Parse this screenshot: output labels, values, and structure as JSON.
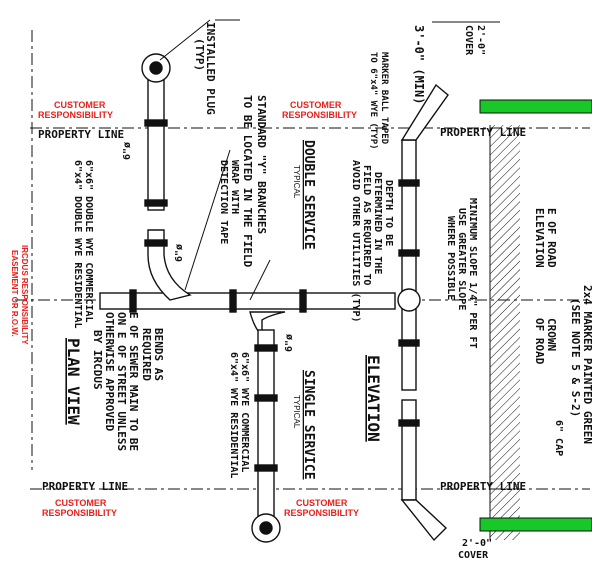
{
  "colors": {
    "ink": "#111111",
    "customer_red": "#e8201c",
    "marker_green": "#18c728",
    "cap_cyan": "#4fd0e0"
  },
  "labels": {
    "dim_mind": "3'-0\" (MIN)",
    "cover_top_1": "2'-0\"",
    "cover_top_2": "COVER",
    "marker_ball_1": "MARKER BALL TAPED",
    "marker_ball_2": "TO 6\"x4\" WYE (TYP)",
    "installed_plug_1": "INSTALLED PLUG",
    "installed_plug_2": "(TYP)",
    "standard_y_1": "STANDARD \"Y\" BRANCHES",
    "standard_y_2": "TO BE LOCATED IN THE FIELD",
    "double_service": "DOUBLE SERVICE",
    "double_typical": "TYPICAL",
    "depth_1": "DEPTH TO BE",
    "depth_2": "DETERMINED IN THE",
    "depth_3": "FIELD AS REQUIRED TO",
    "depth_4": "AVOID OTHER UTILITIES (TYP)",
    "eof_1": "E OF ROAD",
    "eof_2": "ELEVATION",
    "min_slope_1": "MINIMUM SLOPE 1/4\" PER FT",
    "min_slope_2": "USE GREATER SLOPE",
    "min_slope_3": "WHERE POSSIBLE",
    "marker_2x4_1": "2x4 MARKER PAINTED GREEN",
    "marker_2x4_2": "(SEE NOTE 5 & S-2)",
    "crown_1": "CROWN",
    "crown_2": "OF ROAD",
    "wrap_1": "WRAP WITH",
    "wrap_2": "DETECTION TAPE",
    "dbl_wye_1": "6\"x6\" DOUBLE WYE COMMERCIAL",
    "dbl_wye_2": "6\"x4\" DOUBLE WYE RESIDENTIAL",
    "bends_1": "BENDS AS",
    "bends_2": "REQUIRED",
    "sewer_1": "E OF SEWER MAIN TO BE",
    "sewer_2": "ON E OF STREET UNLESS",
    "sewer_3": "OTHERWISE APPROVED",
    "sewer_4": "BY IRCDUS",
    "wye_com_1": "6\"x6\" WYE COMMERCIAL",
    "wye_com_2": "6\"x4\" WYE RESIDENTIAL",
    "single_service": "SINGLE SERVICE",
    "single_typical": "TYPICAL",
    "elevation": "ELEVATION",
    "plan_view": "PLAN VIEW",
    "ircdus_1": "IRCDUS RESPONSIBILITY",
    "ircdus_2": "EASEMENT OR R.O.W.",
    "property_line_tl": "PROPERTY LINE",
    "property_line_tr": "PROPERTY LINE",
    "property_line_bl": "PROPERTY LINE",
    "property_line_br": "PROPERTY LINE",
    "cust_tl_1": "CUSTOMER",
    "cust_tl_2": "RESPONSIBILITY",
    "cust_tr_1": "CUSTOMER",
    "cust_tr_2": "RESPONSIBILITY",
    "cust_bl_1": "CUSTOMER",
    "cust_bl_2": "RESPONSIBILITY",
    "cust_br_1": "CUSTOMER",
    "cust_br_2": "RESPONSIBILITY",
    "six_phi_a": "6\"ø",
    "six_phi_b": "6\"ø",
    "six_phi_c": "6\"ø",
    "six_cap": "6\" CAP",
    "cover_bot_1": "2'-0\"",
    "cover_bot_2": "COVER"
  }
}
